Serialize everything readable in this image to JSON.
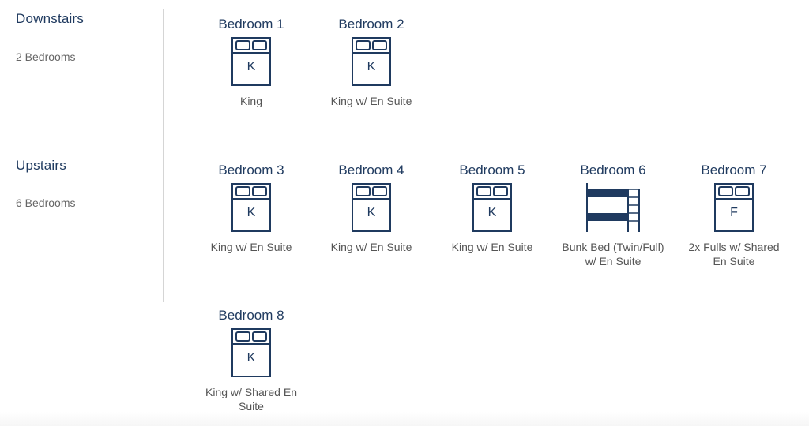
{
  "floors": [
    {
      "name": "Downstairs",
      "count": "2 Bedrooms"
    },
    {
      "name": "Upstairs",
      "count": "6 Bedrooms"
    }
  ],
  "rooms": [
    {
      "title": "Bedroom 1",
      "bed_letter": "K",
      "icon": "king-bed-icon",
      "description": "King"
    },
    {
      "title": "Bedroom 2",
      "bed_letter": "K",
      "icon": "king-bed-icon",
      "description": "King w/ En Suite"
    },
    {
      "title": "Bedroom 3",
      "bed_letter": "K",
      "icon": "king-bed-icon",
      "description": "King w/ En Suite"
    },
    {
      "title": "Bedroom 4",
      "bed_letter": "K",
      "icon": "king-bed-icon",
      "description": "King w/ En Suite"
    },
    {
      "title": "Bedroom 5",
      "bed_letter": "K",
      "icon": "king-bed-icon",
      "description": "King w/ En Suite"
    },
    {
      "title": "Bedroom 6",
      "bed_letter": "",
      "icon": "bunk-bed-icon",
      "description": "Bunk Bed (Twin/Full) w/ En Suite"
    },
    {
      "title": "Bedroom 7",
      "bed_letter": "F",
      "icon": "full-bed-icon",
      "description": "2x Fulls w/ Shared En Suite"
    },
    {
      "title": "Bedroom 8",
      "bed_letter": "K",
      "icon": "king-bed-icon",
      "description": "King w/ Shared En Suite"
    }
  ],
  "colors": {
    "accent": "#1f3a5f",
    "muted_text": "#555555",
    "divider": "#d5d5d5"
  }
}
